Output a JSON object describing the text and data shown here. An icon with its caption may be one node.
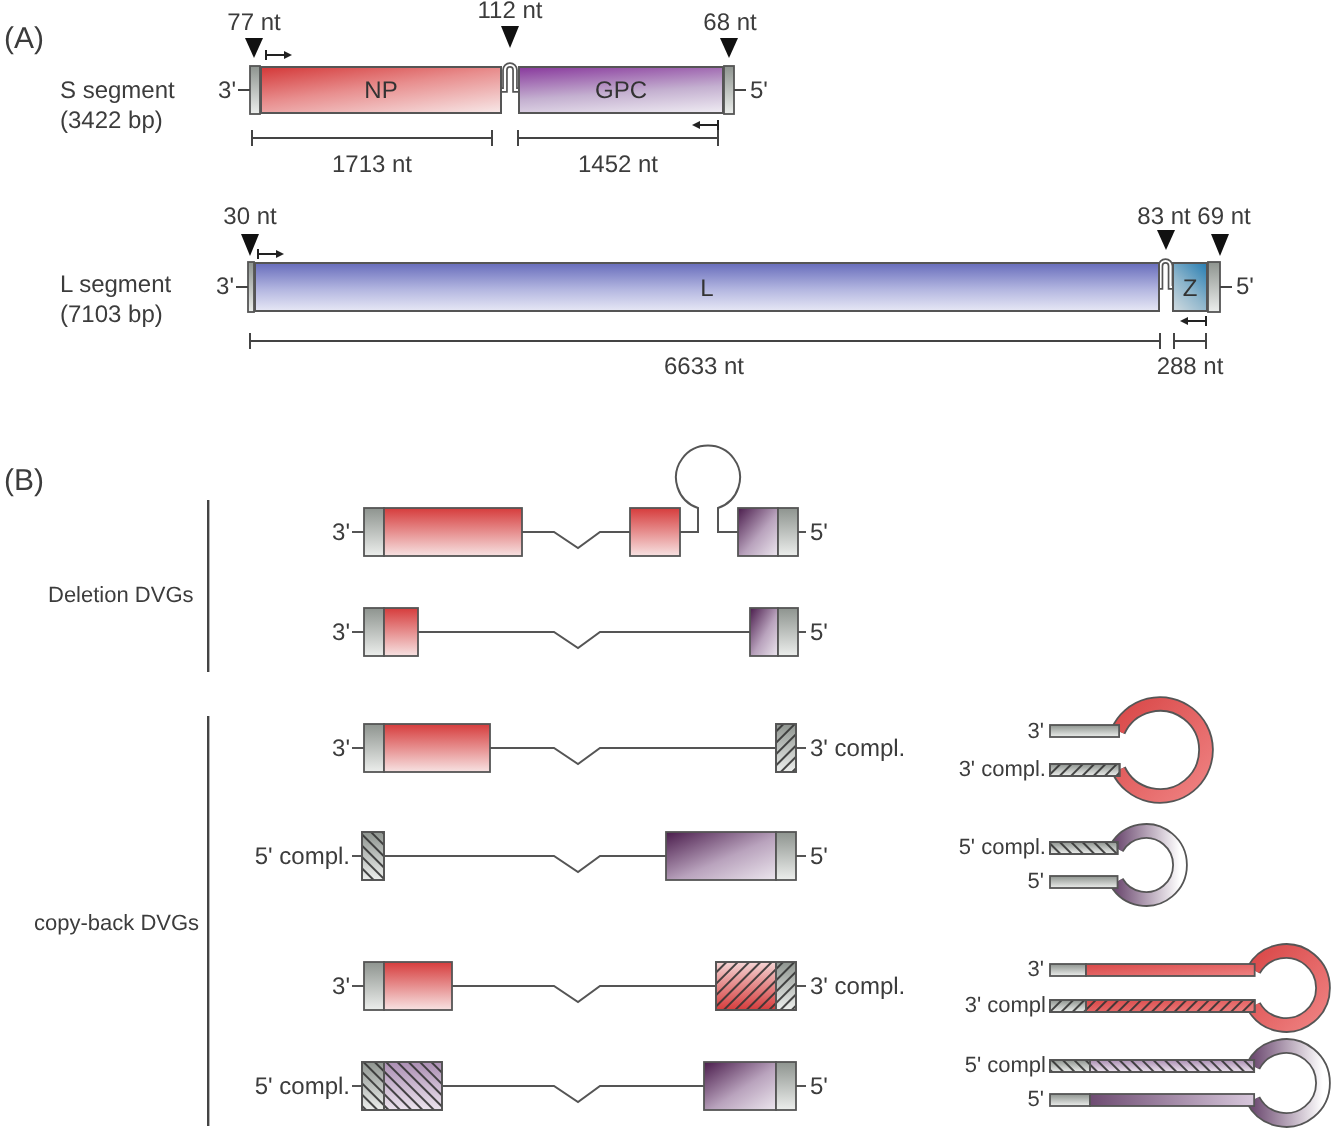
{
  "diagram": {
    "nodes": [
      {
        "text": [
          "NP"
        ]
      },
      {
        "text": [
          "GPC"
        ]
      },
      {
        "text": [
          "L"
        ]
      },
      {
        "text": [
          "Z"
        ]
      }
    ],
    "labels": [
      "(A)",
      "77 nt",
      "112 nt",
      "68 nt",
      "S segment (3422 bp)",
      "3'",
      "5'",
      "1713 nt",
      "1452 nt",
      "30 nt",
      "83 nt",
      "69 nt",
      "L segment (7103 bp)",
      "3'",
      "5'",
      "6633 nt",
      "288 nt",
      "(B)",
      "Deletion DVGs",
      "3'",
      "5'",
      "3'",
      "5'",
      "copy-back DVGs",
      "3'",
      "3' compl.",
      "3'",
      "3' compl.",
      "5' compl.",
      "5'",
      "5' compl.",
      "5'",
      "3'",
      "3' compl.",
      "3'",
      "3' compl",
      "5' compl.",
      "5'",
      "5' compl",
      "5'"
    ]
  }
}
